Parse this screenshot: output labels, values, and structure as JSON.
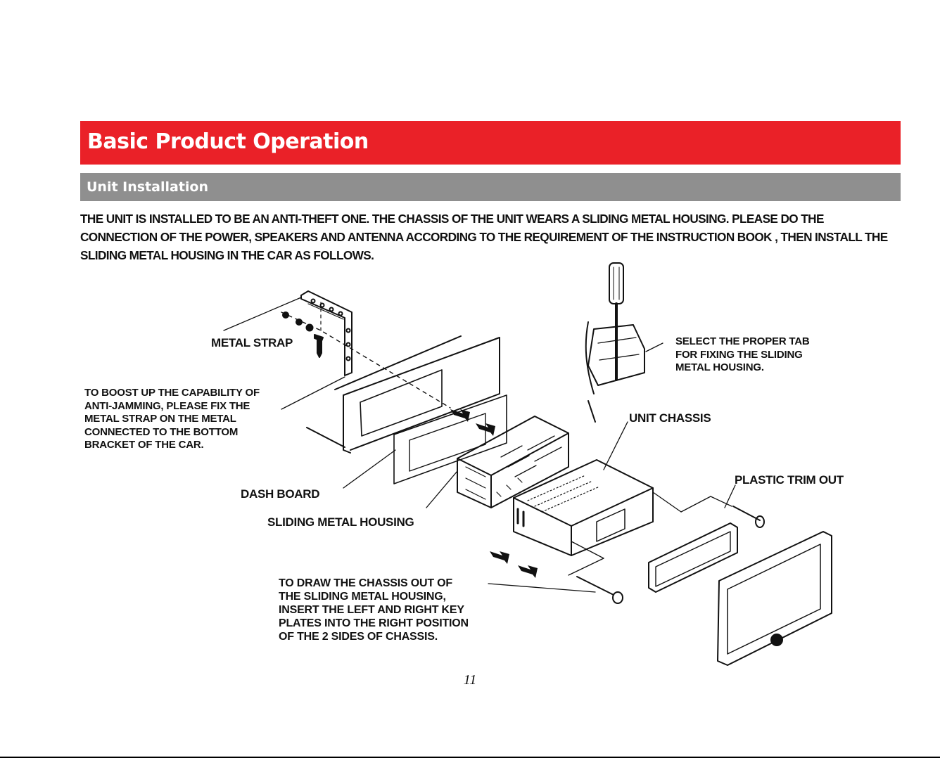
{
  "header": {
    "title": "Basic Product Operation",
    "section": "Unit Installation"
  },
  "intro_text": "THE UNIT IS INSTALLED TO BE AN ANTI-THEFT ONE. THE CHASSIS OF THE UNIT WEARS A SLIDING METAL HOUSING. PLEASE DO THE CONNECTION OF THE POWER, SPEAKERS AND ANTENNA ACCORDING TO THE REQUIREMENT OF THE INSTRUCTION BOOK , THEN INSTALL THE SLIDING METAL HOUSING IN THE CAR AS FOLLOWS.",
  "labels": {
    "metal_strap": "METAL STRAP",
    "dash_board": "DASH BOARD",
    "sliding_metal_housing": "SLIDING METAL HOUSING",
    "unit_chassis": "UNIT CHASSIS",
    "plastic_trim_out": "PLASTIC TRIM OUT"
  },
  "notes": {
    "anti_jamming": "TO BOOST UP THE CAPABILITY OF\nANTI-JAMMING, PLEASE FIX THE\nMETAL STRAP ON THE METAL\nCONNECTED TO THE BOTTOM\nBRACKET OF THE CAR.",
    "select_tab": "SELECT THE PROPER TAB\nFOR FIXING THE SLIDING\nMETAL HOUSING.",
    "draw_chassis": "TO DRAW THE CHASSIS OUT OF\nTHE SLIDING METAL HOUSING,\nINSERT THE LEFT AND RIGHT KEY\nPLATES INTO THE RIGHT POSITION\nOF THE 2 SIDES OF CHASSIS."
  },
  "page_number": "11",
  "colors": {
    "title_bar": "#ea2128",
    "section_bar": "#8f8f8f"
  }
}
